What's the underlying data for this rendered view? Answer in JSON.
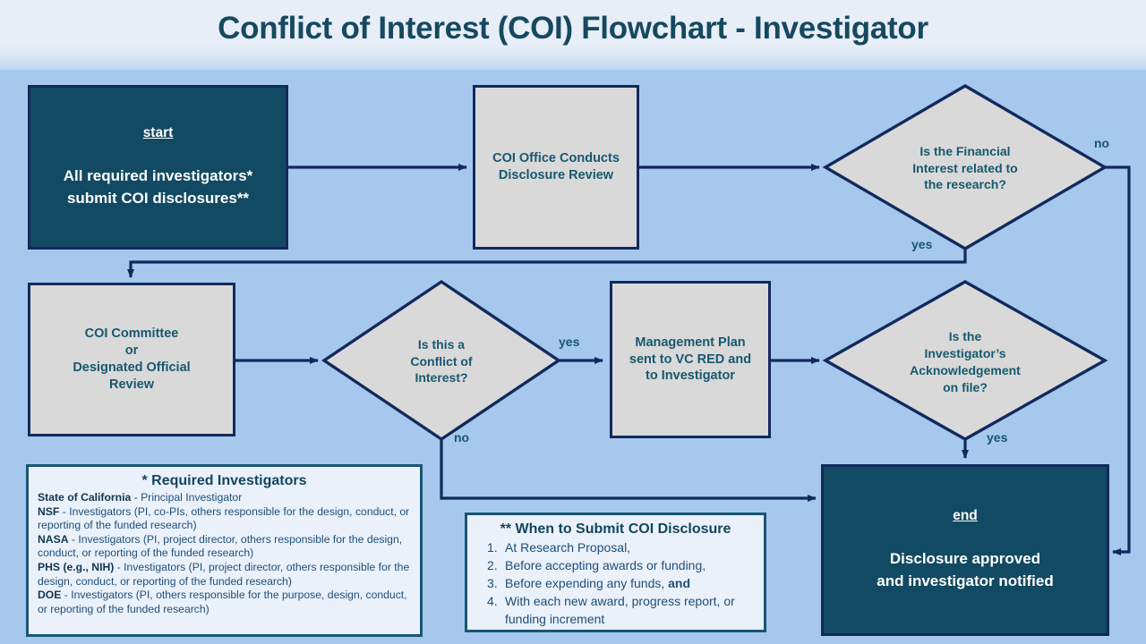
{
  "header": {
    "title": "Conflict of Interest (COI) Flowchart - Investigator"
  },
  "colors": {
    "background": "#A6C8EC",
    "header_bg": "#E7EEF8",
    "terminator_fill": "#134A63",
    "process_fill": "#D9D9D9",
    "line": "#12295E",
    "text_teal": "#17586F",
    "legend_border": "#1A5573",
    "legend_fill": "#EAF1FA"
  },
  "nodes": {
    "start": {
      "keyword": "start",
      "body": "All required investigators*\nsubmit COI disclosures**",
      "body_line1": "All required investigators*",
      "body_line2": "submit COI disclosures**",
      "shape": "terminator"
    },
    "coi_office": {
      "line1": "COI Office Conducts",
      "line2": "Disclosure Review",
      "shape": "process"
    },
    "decision_financial": {
      "line1": "Is the Financial",
      "line2": "Interest related to",
      "line3": "the research?",
      "shape": "decision"
    },
    "coi_committee": {
      "line1": "COI Committee",
      "line2": "or",
      "line3": "Designated Official",
      "line4": "Review",
      "shape": "process"
    },
    "decision_conflict": {
      "line1": "Is this a",
      "line2": "Conflict of",
      "line3": "Interest?",
      "shape": "decision"
    },
    "management_plan": {
      "line1": "Management Plan",
      "line2": "sent to VC RED and",
      "line3": "to Investigator",
      "shape": "process"
    },
    "decision_ack": {
      "line1": "Is the",
      "line2": "Investigator’s",
      "line3": "Acknowledgement",
      "line4": "on file?",
      "shape": "decision"
    },
    "end": {
      "keyword": "end",
      "body_line1": "Disclosure approved",
      "body_line2": "and investigator notified",
      "shape": "terminator"
    }
  },
  "edge_labels": {
    "financial_no": "no",
    "financial_yes": "yes",
    "conflict_yes": "yes",
    "conflict_no": "no",
    "ack_yes": "yes"
  },
  "legend_investigators": {
    "title": "* Required Investigators",
    "entries": [
      {
        "agency": "State of California",
        "text": " - Principal Investigator"
      },
      {
        "agency": "NSF",
        "text": " - Investigators (PI, co-PIs, others responsible for the design, conduct, or reporting of the funded research)"
      },
      {
        "agency": "NASA",
        "text": " - Investigators (PI, project director, others responsible for the design, conduct, or reporting of the funded research)"
      },
      {
        "agency": "PHS (e.g., NIH)",
        "text": " - Investigators (PI, project director, others responsible for the design, conduct, or reporting of the funded research)"
      },
      {
        "agency": "DOE",
        "text": " - Investigators (PI, others responsible for the purpose, design, conduct, or reporting of the funded research)"
      }
    ]
  },
  "legend_when": {
    "title": "** When to Submit COI Disclosure",
    "items": [
      {
        "num": "1.",
        "text": "At Research Proposal,",
        "bold_tail": ""
      },
      {
        "num": "2.",
        "text": "Before accepting awards or funding,",
        "bold_tail": ""
      },
      {
        "num": "3.",
        "text": "Before expending any funds, ",
        "bold_tail": "and"
      },
      {
        "num": "4.",
        "text": "With each new award, progress report, or funding increment",
        "bold_tail": ""
      }
    ]
  }
}
